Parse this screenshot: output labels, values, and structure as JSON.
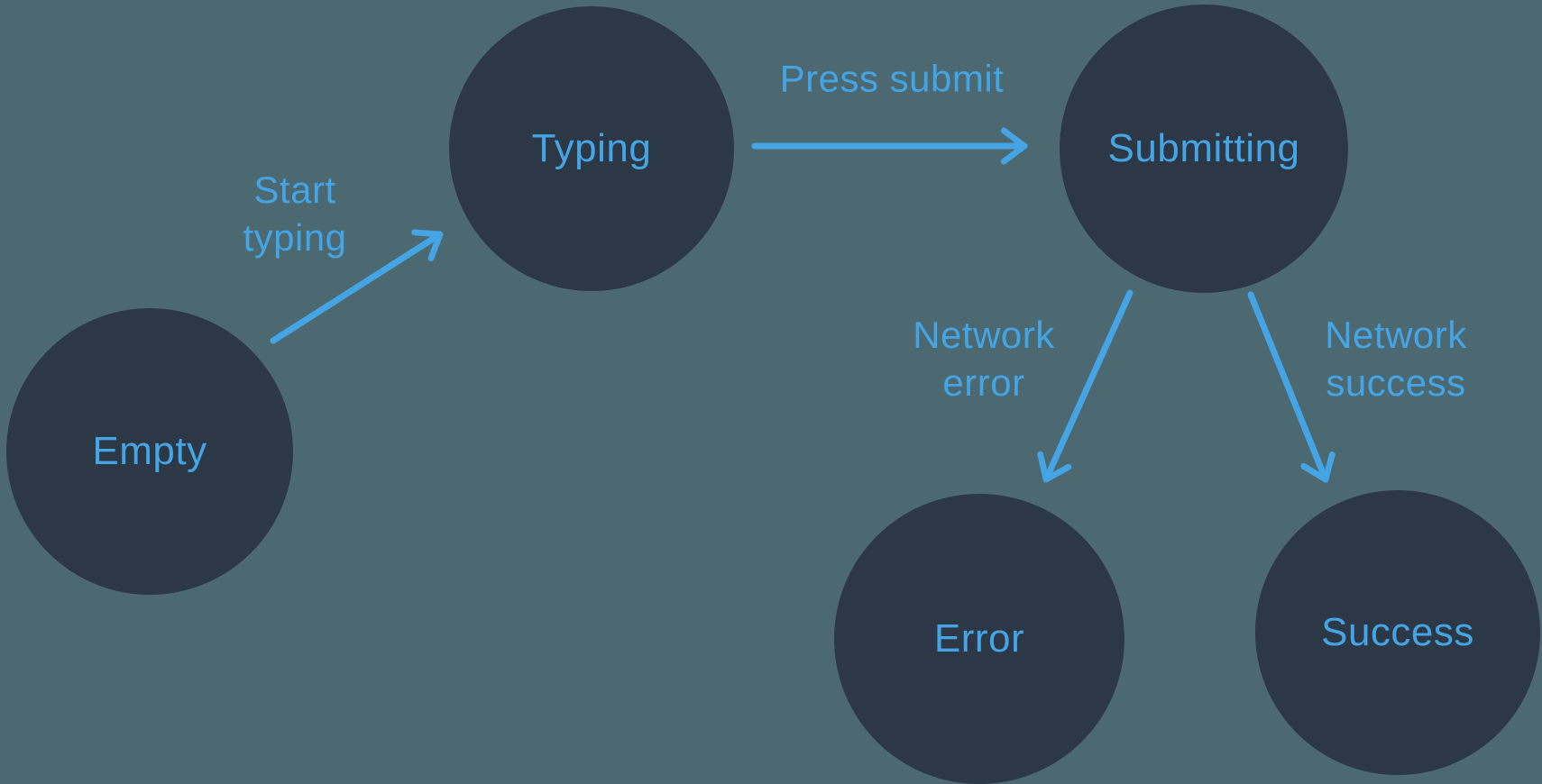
{
  "theme": {
    "background": "#4c6971",
    "node_fill": "#2d3847",
    "accent": "#44a4e4"
  },
  "nodes": [
    {
      "id": "empty",
      "label": "Empty"
    },
    {
      "id": "typing",
      "label": "Typing"
    },
    {
      "id": "submitting",
      "label": "Submitting"
    },
    {
      "id": "error",
      "label": "Error"
    },
    {
      "id": "success",
      "label": "Success"
    }
  ],
  "edges": [
    {
      "id": "start-typing",
      "from": "empty",
      "to": "typing",
      "label_lines": [
        "Start",
        "typing"
      ]
    },
    {
      "id": "press-submit",
      "from": "typing",
      "to": "submitting",
      "label_lines": [
        "Press submit"
      ]
    },
    {
      "id": "network-error",
      "from": "submitting",
      "to": "error",
      "label_lines": [
        "Network",
        "error"
      ]
    },
    {
      "id": "network-success",
      "from": "submitting",
      "to": "success",
      "label_lines": [
        "Network",
        "success"
      ]
    }
  ]
}
